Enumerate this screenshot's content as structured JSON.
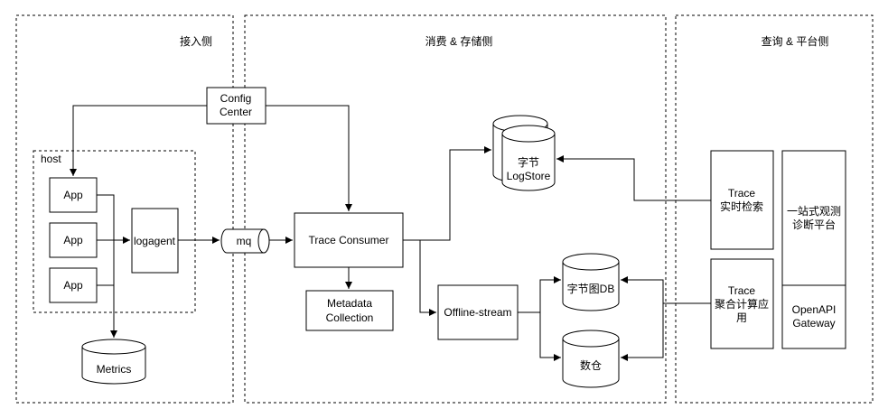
{
  "sections": {
    "ingest": "接入侧",
    "consume": "消费 & 存储侧",
    "query": "查询 & 平台侧"
  },
  "host_label": "host",
  "nodes": {
    "config": [
      "Config",
      "Center"
    ],
    "app1": "App",
    "app2": "App",
    "app3": "App",
    "logagent": "logagent",
    "metrics": "Metrics",
    "mq": "mq",
    "trace_consumer": "Trace Consumer",
    "metadata": [
      "Metadata",
      "Collection"
    ],
    "offline_stream": "Offline-stream",
    "logstore": [
      "字节",
      "LogStore"
    ],
    "graphdb": "字节图DB",
    "warehouse": "数仓",
    "trace_search": [
      "Trace",
      "实时检索"
    ],
    "trace_agg": [
      "Trace",
      "聚合计算应",
      "用"
    ],
    "platform": [
      "一站式观测",
      "诊断平台"
    ],
    "openapi": [
      "OpenAPI",
      "Gateway"
    ]
  }
}
